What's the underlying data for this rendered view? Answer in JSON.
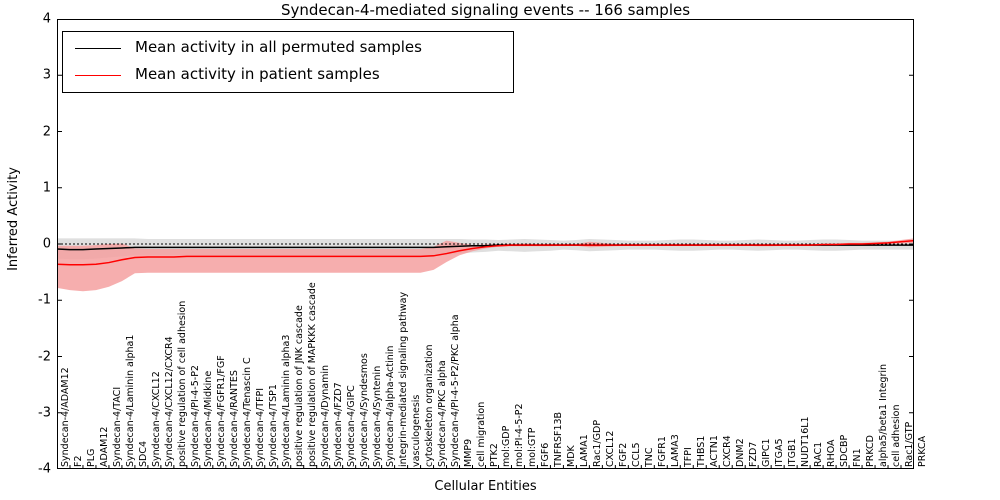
{
  "chart_data": {
    "type": "line",
    "title": "Syndecan-4-mediated signaling events -- 166 samples",
    "xlabel": "Cellular Entities",
    "ylabel": "Inferred Activity",
    "ylim": [
      -4,
      4
    ],
    "yticks": [
      -4,
      -3,
      -2,
      -1,
      0,
      1,
      2,
      3,
      4
    ],
    "ytick_labels": [
      "-4",
      "-3",
      "-2",
      "-1",
      "0",
      "1",
      "2",
      "3",
      "4"
    ],
    "grid": false,
    "legend_position": "upper left",
    "legend": [
      {
        "label": "Mean activity in all permuted samples",
        "color": "#000000",
        "style": "solid"
      },
      {
        "label": "Mean activity in patient samples",
        "color": "#ff0000",
        "style": "solid"
      }
    ],
    "categories": [
      "Syndecan-4/ADAM12",
      "F2",
      "PLG",
      "ADAM12",
      "Syndecan-4/TACI",
      "Syndecan-4/Laminin alpha1",
      "SDC4",
      "Syndecan-4/CXCL12",
      "Syndecan-4/CXCL12/CXCR4",
      "positive regulation of cell adhesion",
      "Syndecan-4/PI-4-5-P2",
      "Syndecan-4/Midkine",
      "Syndecan-4/FGFR1/FGF",
      "Syndecan-4/RANTES",
      "Syndecan-4/Tenascin C",
      "Syndecan-4/TFPI",
      "Syndecan-4/TSP1",
      "Syndecan-4/Laminin alpha3",
      "positive regulation of JNK cascade",
      "positive regulation of MAPKKK cascade",
      "Syndecan-4/Dynamin",
      "Syndecan-4/FZD7",
      "Syndecan-4/GIPC",
      "Syndecan-4/Syndesmos",
      "Syndecan-4/Syntenin",
      "Syndecan-4/alpha-Actinin",
      "integrin-mediated signaling pathway",
      "vasculogenesis",
      "cytoskeleton organization",
      "Syndecan-4/PKC alpha",
      "Syndecan-4/PI-4-5-P2/PKC alpha",
      "MMP9",
      "cell migration",
      "PTK2",
      "mol:GDP",
      "mol:PI-4-5-P2",
      "mol:GTP",
      "FGF6",
      "TNFRSF13B",
      "MDK",
      "LAMA1",
      "Rac1/GDP",
      "CXCL12",
      "FGF2",
      "CCL5",
      "TNC",
      "FGFR1",
      "LAMA3",
      "TFPI",
      "THBS1",
      "ACTN1",
      "CXCR4",
      "DNM2",
      "FZD7",
      "GIPC1",
      "ITGA5",
      "ITGB1",
      "NUDT16L1",
      "RAC1",
      "RHOA",
      "SDCBP",
      "FN1",
      "PRKCD",
      "alpha5/beta1 Integrin",
      "cell adhesion",
      "Rac1/GTP",
      "PRKCA"
    ],
    "series": [
      {
        "name": "Mean activity in all permuted samples",
        "color": "#000000",
        "values": [
          -0.09,
          -0.1,
          -0.1,
          -0.09,
          -0.08,
          -0.07,
          -0.06,
          -0.06,
          -0.06,
          -0.06,
          -0.06,
          -0.06,
          -0.06,
          -0.06,
          -0.06,
          -0.06,
          -0.06,
          -0.06,
          -0.06,
          -0.06,
          -0.06,
          -0.06,
          -0.06,
          -0.06,
          -0.06,
          -0.06,
          -0.06,
          -0.06,
          -0.06,
          -0.06,
          -0.05,
          -0.04,
          -0.03,
          -0.03,
          -0.02,
          -0.02,
          -0.02,
          -0.02,
          -0.02,
          -0.02,
          -0.02,
          -0.02,
          -0.02,
          -0.02,
          -0.02,
          -0.02,
          -0.02,
          -0.02,
          -0.02,
          -0.02,
          -0.02,
          -0.02,
          -0.02,
          -0.02,
          -0.02,
          -0.02,
          -0.02,
          -0.02,
          -0.02,
          -0.02,
          -0.02,
          -0.02,
          -0.02,
          -0.02,
          -0.02,
          -0.02,
          -0.02
        ],
        "band_upper": [
          0.1,
          0.1,
          0.1,
          0.1,
          0.1,
          0.1,
          0.1,
          0.09,
          0.09,
          0.09,
          0.09,
          0.09,
          0.09,
          0.09,
          0.09,
          0.09,
          0.09,
          0.09,
          0.09,
          0.09,
          0.09,
          0.09,
          0.09,
          0.09,
          0.09,
          0.09,
          0.09,
          0.09,
          0.09,
          0.09,
          0.09,
          0.09,
          0.08,
          0.08,
          0.07,
          0.08,
          0.09,
          0.08,
          0.07,
          0.06,
          0.07,
          0.09,
          0.08,
          0.07,
          0.06,
          0.06,
          0.06,
          0.07,
          0.08,
          0.08,
          0.07,
          0.06,
          0.06,
          0.07,
          0.08,
          0.07,
          0.06,
          0.06,
          0.07,
          0.08,
          0.08,
          0.07,
          0.06,
          0.06,
          0.06,
          0.06,
          0.06
        ],
        "band_lower": [
          -0.26,
          -0.27,
          -0.27,
          -0.26,
          -0.24,
          -0.22,
          -0.2,
          -0.2,
          -0.2,
          -0.2,
          -0.2,
          -0.2,
          -0.2,
          -0.2,
          -0.2,
          -0.2,
          -0.2,
          -0.2,
          -0.2,
          -0.2,
          -0.2,
          -0.2,
          -0.2,
          -0.2,
          -0.2,
          -0.2,
          -0.2,
          -0.2,
          -0.2,
          -0.2,
          -0.19,
          -0.17,
          -0.15,
          -0.14,
          -0.12,
          -0.13,
          -0.14,
          -0.13,
          -0.12,
          -0.1,
          -0.11,
          -0.13,
          -0.12,
          -0.11,
          -0.1,
          -0.1,
          -0.1,
          -0.11,
          -0.12,
          -0.12,
          -0.11,
          -0.1,
          -0.1,
          -0.11,
          -0.12,
          -0.11,
          -0.1,
          -0.1,
          -0.11,
          -0.12,
          -0.12,
          -0.11,
          -0.1,
          -0.1,
          -0.1,
          -0.1,
          -0.1
        ]
      },
      {
        "name": "Mean activity in patient samples",
        "color": "#ff0000",
        "values": [
          -0.36,
          -0.37,
          -0.37,
          -0.36,
          -0.33,
          -0.28,
          -0.24,
          -0.23,
          -0.23,
          -0.23,
          -0.22,
          -0.22,
          -0.22,
          -0.22,
          -0.22,
          -0.22,
          -0.22,
          -0.22,
          -0.22,
          -0.22,
          -0.22,
          -0.22,
          -0.22,
          -0.22,
          -0.22,
          -0.22,
          -0.22,
          -0.22,
          -0.22,
          -0.21,
          -0.17,
          -0.12,
          -0.08,
          -0.05,
          -0.03,
          -0.02,
          -0.02,
          -0.02,
          -0.02,
          -0.02,
          -0.02,
          -0.02,
          -0.02,
          -0.02,
          -0.02,
          -0.02,
          -0.02,
          -0.02,
          -0.02,
          -0.02,
          -0.02,
          -0.02,
          -0.02,
          -0.02,
          -0.02,
          -0.02,
          -0.02,
          -0.02,
          -0.02,
          -0.01,
          -0.01,
          0.0,
          0.0,
          0.01,
          0.02,
          0.04,
          0.06
        ],
        "band_upper": [
          -0.03,
          -0.03,
          -0.03,
          -0.02,
          0.0,
          0.01,
          -0.08,
          -0.09,
          -0.09,
          -0.09,
          -0.09,
          -0.09,
          -0.09,
          -0.09,
          -0.09,
          -0.09,
          -0.09,
          -0.09,
          -0.09,
          -0.09,
          -0.09,
          -0.09,
          -0.09,
          -0.09,
          -0.09,
          -0.09,
          -0.09,
          -0.09,
          -0.09,
          -0.05,
          0.06,
          0.02,
          -0.02,
          -0.01,
          0.0,
          0.0,
          0.01,
          0.0,
          0.0,
          0.0,
          0.0,
          0.04,
          0.02,
          0.0,
          0.0,
          0.0,
          0.0,
          0.0,
          0.0,
          0.0,
          0.0,
          0.0,
          0.0,
          0.0,
          0.0,
          0.0,
          0.0,
          0.0,
          0.0,
          0.0,
          0.01,
          0.02,
          0.02,
          0.03,
          0.04,
          0.07,
          0.1
        ],
        "band_lower": [
          -0.78,
          -0.82,
          -0.84,
          -0.82,
          -0.76,
          -0.66,
          -0.52,
          -0.51,
          -0.51,
          -0.51,
          -0.51,
          -0.51,
          -0.51,
          -0.51,
          -0.51,
          -0.51,
          -0.51,
          -0.51,
          -0.51,
          -0.51,
          -0.51,
          -0.51,
          -0.51,
          -0.51,
          -0.51,
          -0.51,
          -0.51,
          -0.51,
          -0.51,
          -0.46,
          -0.32,
          -0.2,
          -0.13,
          -0.08,
          -0.05,
          -0.04,
          -0.04,
          -0.04,
          -0.04,
          -0.03,
          -0.03,
          -0.06,
          -0.05,
          -0.04,
          -0.03,
          -0.03,
          -0.03,
          -0.03,
          -0.03,
          -0.03,
          -0.03,
          -0.03,
          -0.03,
          -0.03,
          -0.04,
          -0.04,
          -0.03,
          -0.03,
          -0.03,
          -0.03,
          -0.03,
          -0.02,
          -0.02,
          -0.01,
          0.0,
          0.01,
          0.02
        ]
      }
    ],
    "zero_reference_line": {
      "value": 0,
      "style": "dotted",
      "color": "#000000"
    }
  }
}
